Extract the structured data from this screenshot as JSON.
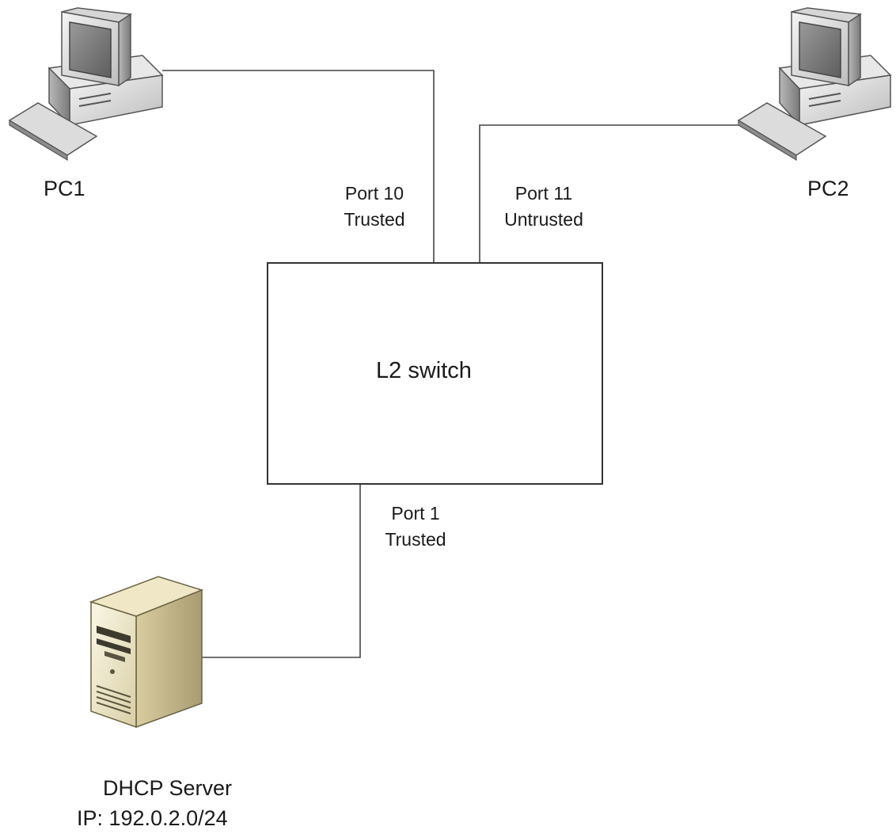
{
  "nodes": {
    "pc1": {
      "label": "PC1"
    },
    "pc2": {
      "label": "PC2"
    },
    "switch": {
      "label": "L2 switch"
    },
    "dhcp_server": {
      "label": "DHCP Server",
      "ip": "IP: 192.0.2.0/24"
    }
  },
  "ports": {
    "port10": {
      "name": "Port 10",
      "state": "Trusted"
    },
    "port11": {
      "name": "Port 11",
      "state": "Untrusted"
    },
    "port1": {
      "name": "Port 1",
      "state": "Trusted"
    }
  },
  "links": [
    {
      "from": "pc1",
      "to": "switch",
      "port": "port10"
    },
    {
      "from": "pc2",
      "to": "switch",
      "port": "port11"
    },
    {
      "from": "dhcp_server",
      "to": "switch",
      "port": "port1"
    }
  ]
}
